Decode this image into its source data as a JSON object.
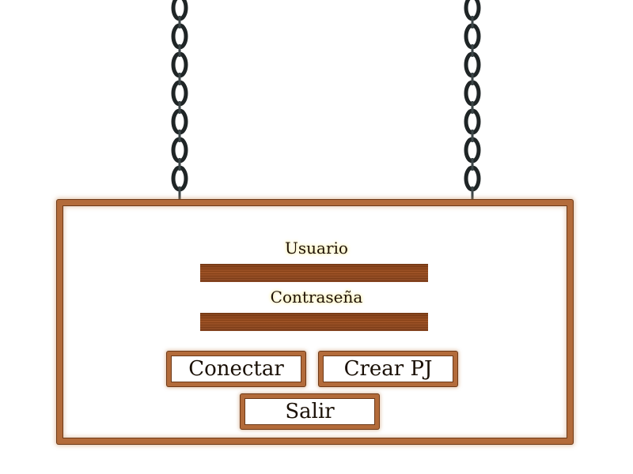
{
  "login": {
    "user_label": "Usuario",
    "user_value": "",
    "password_label": "Contraseña",
    "password_value": ""
  },
  "buttons": {
    "connect": "Conectar",
    "create_character": "Crear PJ",
    "exit": "Salir"
  },
  "icons": {
    "left_chain": "chain-icon",
    "right_chain": "chain-icon"
  },
  "colors": {
    "wood_frame": "#b36b3a",
    "field_wood": "#8c4418",
    "label_glow": "#fff6c4"
  }
}
